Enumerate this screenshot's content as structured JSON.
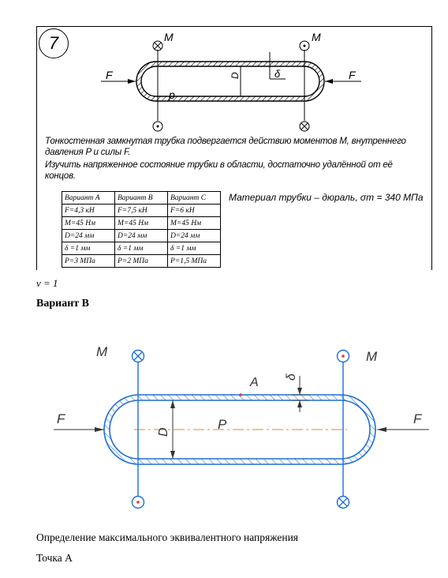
{
  "task": {
    "number": "7",
    "labels": {
      "M": "M",
      "F": "F",
      "D": "D",
      "p": "p",
      "delta": "δ"
    },
    "description_line1": "Тонкостенная замкнутая трубка подвергается действию моментов М, внутреннего",
    "description_line2": "давления P и силы F.",
    "description_line3": "Изучить напряженное состояние трубки в области, достаточно удалённой от её концов."
  },
  "table": {
    "headers": [
      "Вариант А",
      "Вариант В",
      "Вариант С"
    ],
    "rows": [
      [
        "F=4,3 кН",
        "F=7,5 кН",
        "F=6 кН"
      ],
      [
        "M=45 Нм",
        "M=45 Нм",
        "M=45 Нм"
      ],
      [
        "D=24 мм",
        "D=24 мм",
        "D=24 мм"
      ],
      [
        "δ =1 мм",
        "δ =1 мм",
        "δ =1 мм"
      ],
      [
        "P=3 МПа",
        "P=2 МПа",
        "P=1,5 МПа"
      ]
    ]
  },
  "material": "Материал трубки – дюраль, σт = 340 МПа",
  "nu": "ν = 1",
  "variant_title": "Вариант В",
  "diagram": {
    "labels": {
      "M": "M",
      "F": "F",
      "D": "D",
      "P": "P",
      "A": "A",
      "delta": "δ"
    },
    "colors": {
      "blue": "#1f6fd1",
      "orange": "#e08a2b",
      "red": "#e53935"
    }
  },
  "section_title": "Определение максимального эквивалентного напряжения",
  "point_title": "Точка А"
}
